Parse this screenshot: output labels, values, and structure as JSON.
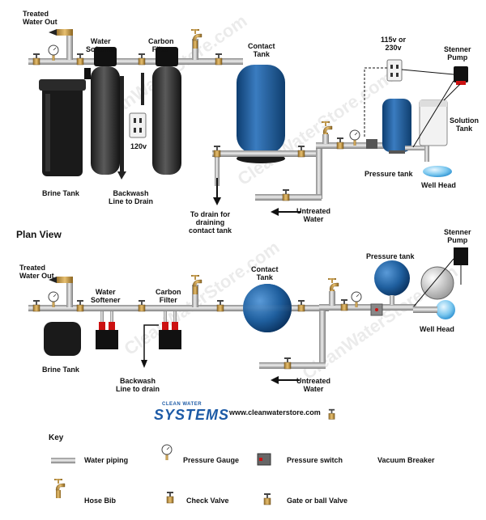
{
  "labels": {
    "treated_top": "Treated\nWater Out",
    "water_softener_top": "Water\nSoftener",
    "carbon_filter_top": "Carbon\nFilter",
    "contact_tank_top": "Contact\nTank",
    "voltage": "115v or\n230v",
    "stenner_top": "Stenner\nPump",
    "solution_tank": "Solution\nTank",
    "outlet_120": "120v",
    "pressure_tank_top": "Pressure tank",
    "well_head_top": "Well Head",
    "brine_tank_top": "Brine Tank",
    "backwash_top": "Backwash\nLine to Drain",
    "drain_contact": "To drain for\ndraining\ncontact tank",
    "untreated_top": "Untreated\nWater",
    "plan_view": "Plan View",
    "treated_plan": "Treated\nWater Out",
    "water_softener_plan": "Water\nSoftener",
    "carbon_filter_plan": "Carbon\nFilter",
    "contact_tank_plan": "Contact\nTank",
    "pressure_tank_plan": "Pressure tank",
    "stenner_plan": "Stenner\nPump",
    "well_head_plan": "Well Head",
    "brine_tank_plan": "Brine Tank",
    "backwash_plan": "Backwash\nLine to drain",
    "untreated_plan": "Untreated\nWater"
  },
  "logo": {
    "small": "CLEAN WATER",
    "big": "SYSTEMS"
  },
  "url": "www.cleanwaterstore.com",
  "key": {
    "title": "Key",
    "water_piping": "Water piping",
    "pressure_gauge": "Pressure Gauge",
    "pressure_switch": "Pressure switch",
    "vacuum_breaker": "Vacuum Breaker",
    "hose_bib": "Hose Bib",
    "check_valve": "Check Valve",
    "gate_valve": "Gate or ball Valve"
  },
  "colors": {
    "pipe": "#b8b8b8",
    "brass": "#c8a050",
    "tank_blue": "#1f5f9e",
    "black": "#1a1a1a",
    "red": "#cc1111"
  }
}
